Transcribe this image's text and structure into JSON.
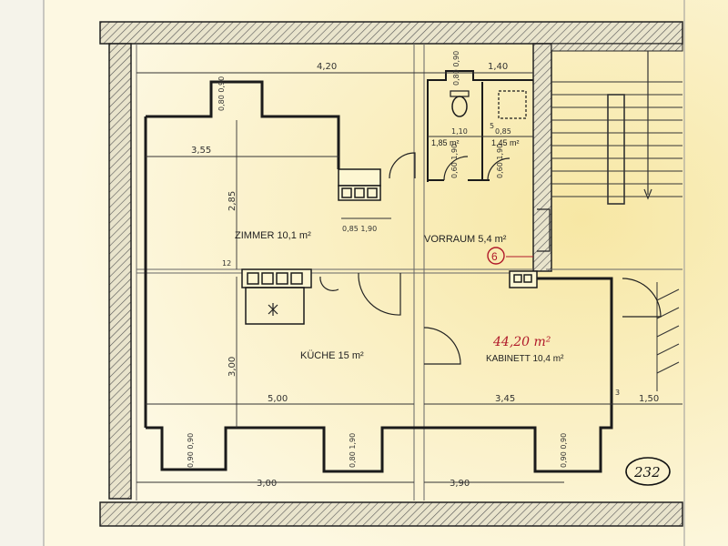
{
  "colors": {
    "paper": "#fdf6d2",
    "paper_warm": "#f7e7a4",
    "wall": "#1b1b1b",
    "hatch": "#555555",
    "red_ink": "#b0192a"
  },
  "rooms": {
    "zimmer": "ZIMMER 10,1 m²",
    "vorraum": "VORRAUM 5,4 m²",
    "kueche": "KÜCHE 15 m²",
    "kabinett": "KABINETT 10,4 m²",
    "wc": "1,85 m²",
    "bad": "1,45 m²",
    "total": "44,20 m²"
  },
  "dimensions": {
    "top_420": "4,20",
    "top_140": "1,40",
    "zimmer_width": "3,55",
    "zimmer_height": "2,85",
    "kueche_width": "5,00",
    "kueche_height": "3,00",
    "kabinett_width": "3,45",
    "right_150": "1,50",
    "bottom_300": "3,00",
    "bottom_390": "3,90",
    "wc_inner": "1,10",
    "bad_inner": "0,85",
    "window_top": "0,80 0,90",
    "window_wc": "0,80 0,90",
    "door_zimmer": "0,85 1,90",
    "door_wc": "0,60 1,90",
    "door_bad": "0,60 1,90",
    "win_bottom_1": "0,90 0,90",
    "win_bottom_2": "0,80 1,90",
    "win_bottom_3": "0,90 0,90",
    "small_12": "12",
    "small_5": "5",
    "small_3": "3"
  },
  "annotations": {
    "circle_b": "6",
    "page_number": "232"
  }
}
